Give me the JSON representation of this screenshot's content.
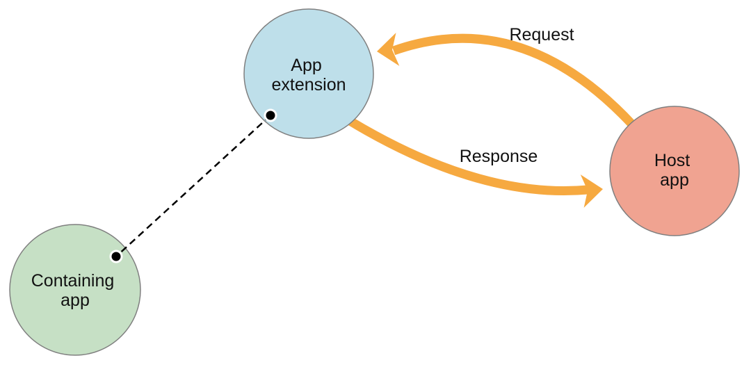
{
  "colors": {
    "app_extension_fill": "#BEDFEA",
    "host_app_fill": "#F0A391",
    "containing_app_fill": "#C6E0C5",
    "arrow_orange": "#F6A940"
  },
  "nodes": {
    "app_extension": {
      "label": "App extension",
      "line1": "App",
      "line2": "extension"
    },
    "host_app": {
      "label": "Host app",
      "line1": "Host",
      "line2": "app"
    },
    "containing_app": {
      "label": "Containing app",
      "line1": "Containing",
      "line2": "app"
    }
  },
  "edges": {
    "request": {
      "label": "Request"
    },
    "response": {
      "label": "Response"
    }
  }
}
